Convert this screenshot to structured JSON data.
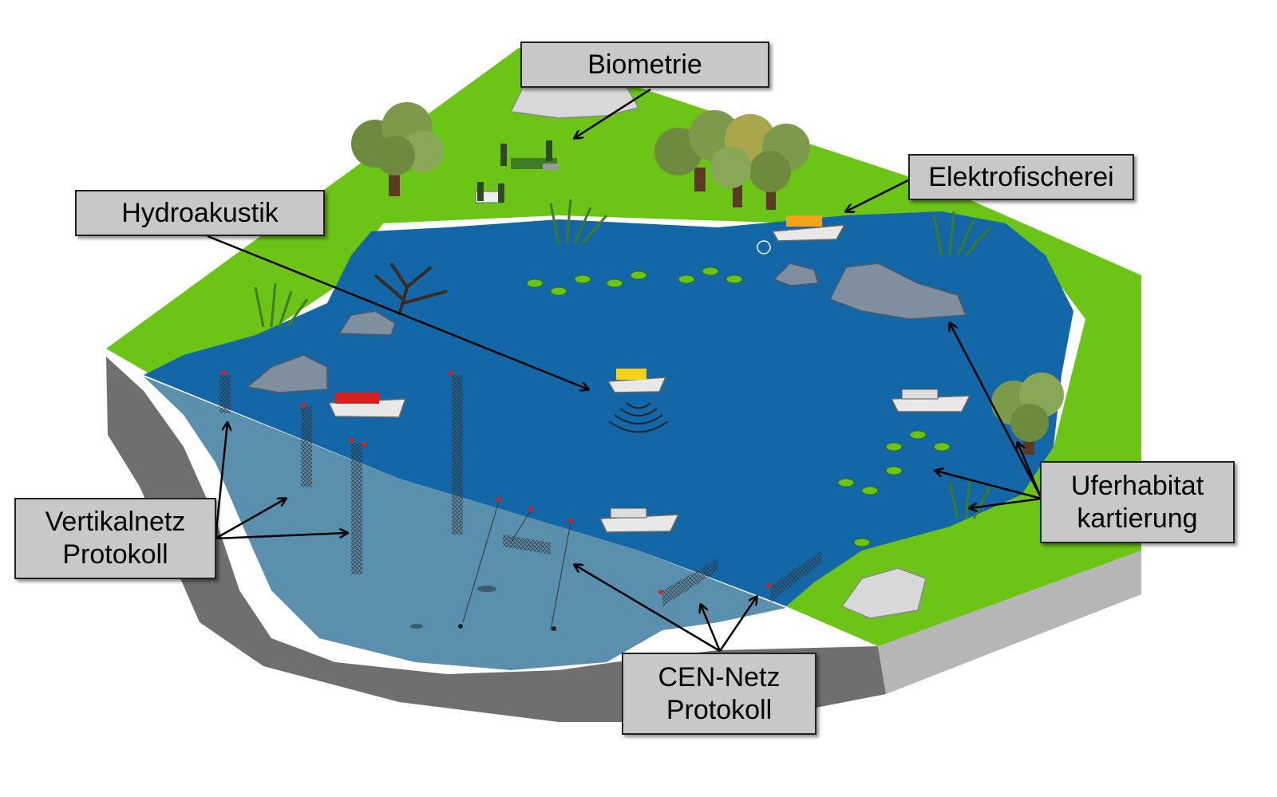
{
  "labels": {
    "biometrie": "Biometrie",
    "elektrofischerei": "Elektrofischerei",
    "hydroakustik": "Hydroakustik",
    "vertikalnetz_line1": "Vertikalnetz",
    "vertikalnetz_line2": "Protokoll",
    "uferhabitat_line1": "Uferhabitat",
    "uferhabitat_line2": "kartierung",
    "cen_line1": "CEN-Netz",
    "cen_line2": "Protokoll"
  },
  "colors": {
    "grass": "#6cc417",
    "lake_surface": "#1467a6",
    "lake_underwater": "#5a90ad",
    "soil": "#6f6f6f",
    "label_fill": "#c8c8c8",
    "arrow": "#000000",
    "rock": "#8a98a8",
    "tree_foliage": "#7d9a4a",
    "tree_trunk": "#5a3a22"
  }
}
